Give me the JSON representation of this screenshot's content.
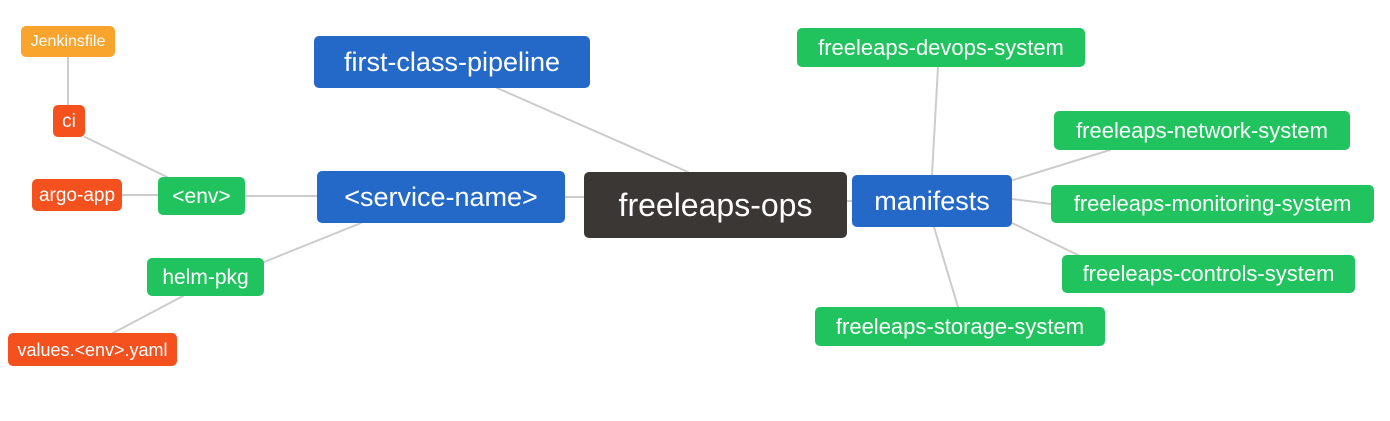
{
  "diagram": {
    "type": "mindmap",
    "root_id": "freeleaps-ops",
    "colors": {
      "root": "#3b3735",
      "branch_blue": "#2569c8",
      "sub_green": "#21c35f",
      "leaf_red": "#f4511e",
      "leaf_amber": "#f8a42d",
      "edge": "#cccccc",
      "text": "#ffffff",
      "background": "#ffffff"
    },
    "nodes": [
      {
        "id": "freeleaps-ops",
        "label": "freeleaps-ops",
        "role": "root",
        "color": "#3b3735"
      },
      {
        "id": "first-class-pipeline",
        "label": "first-class-pipeline",
        "role": "branch",
        "color": "#2569c8"
      },
      {
        "id": "service-name",
        "label": "<service-name>",
        "role": "branch",
        "color": "#2569c8"
      },
      {
        "id": "manifests",
        "label": "manifests",
        "role": "branch",
        "color": "#2569c8"
      },
      {
        "id": "env",
        "label": "<env>",
        "role": "sub",
        "color": "#21c35f"
      },
      {
        "id": "helm-pkg",
        "label": "helm-pkg",
        "role": "sub",
        "color": "#21c35f"
      },
      {
        "id": "ci",
        "label": "ci",
        "role": "leaf",
        "color": "#f4511e"
      },
      {
        "id": "argo-app",
        "label": "argo-app",
        "role": "leaf",
        "color": "#f4511e"
      },
      {
        "id": "jenkinsfile",
        "label": "Jenkinsfile",
        "role": "leaf",
        "color": "#f8a42d"
      },
      {
        "id": "values-env-yaml",
        "label": "values.<env>.yaml",
        "role": "leaf",
        "color": "#f4511e"
      },
      {
        "id": "devops-system",
        "label": "freeleaps-devops-system",
        "role": "sub",
        "color": "#21c35f"
      },
      {
        "id": "network-system",
        "label": "freeleaps-network-system",
        "role": "sub",
        "color": "#21c35f"
      },
      {
        "id": "monitoring-system",
        "label": "freeleaps-monitoring-system",
        "role": "sub",
        "color": "#21c35f"
      },
      {
        "id": "controls-system",
        "label": "freeleaps-controls-system",
        "role": "sub",
        "color": "#21c35f"
      },
      {
        "id": "storage-system",
        "label": "freeleaps-storage-system",
        "role": "sub",
        "color": "#21c35f"
      }
    ],
    "edges": [
      {
        "from": "jenkinsfile",
        "to": "ci"
      },
      {
        "from": "ci",
        "to": "env"
      },
      {
        "from": "argo-app",
        "to": "env"
      },
      {
        "from": "env",
        "to": "service-name"
      },
      {
        "from": "values-env-yaml",
        "to": "helm-pkg"
      },
      {
        "from": "helm-pkg",
        "to": "service-name"
      },
      {
        "from": "service-name",
        "to": "freeleaps-ops"
      },
      {
        "from": "first-class-pipeline",
        "to": "freeleaps-ops"
      },
      {
        "from": "freeleaps-ops",
        "to": "manifests"
      },
      {
        "from": "manifests",
        "to": "devops-system"
      },
      {
        "from": "manifests",
        "to": "network-system"
      },
      {
        "from": "manifests",
        "to": "monitoring-system"
      },
      {
        "from": "manifests",
        "to": "controls-system"
      },
      {
        "from": "manifests",
        "to": "storage-system"
      }
    ]
  }
}
